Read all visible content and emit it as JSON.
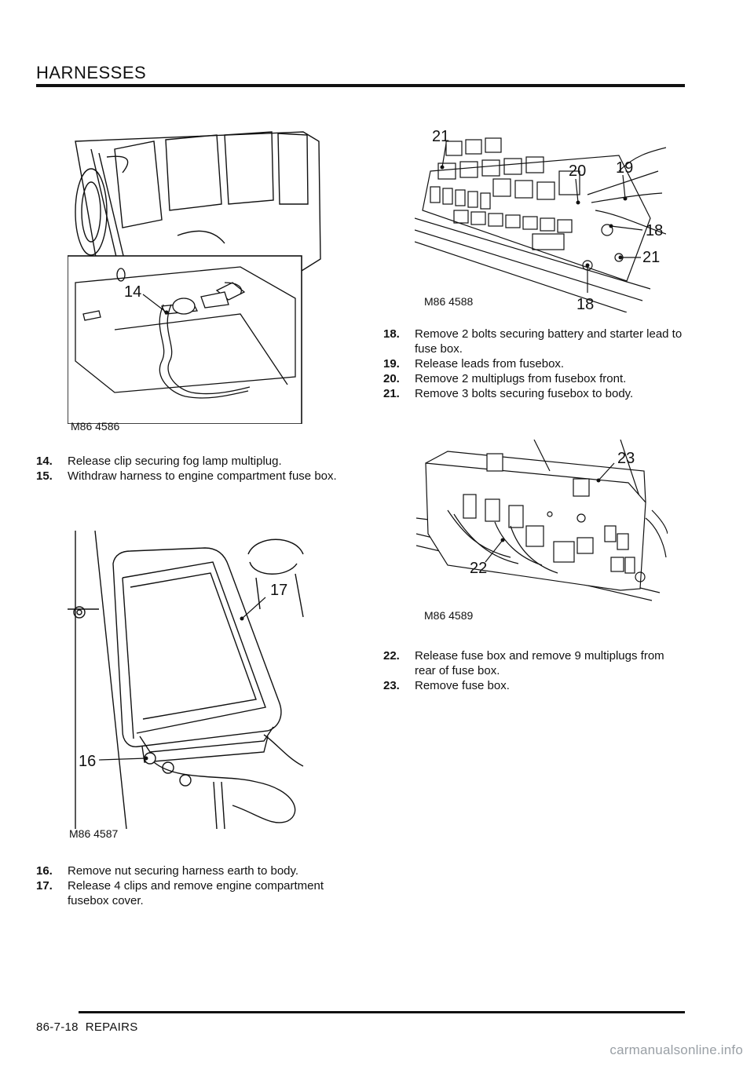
{
  "header": {
    "title": "HARNESSES"
  },
  "footer": {
    "page": "86-7-18",
    "section": "REPAIRS"
  },
  "figures": [
    {
      "id": "M86 4586",
      "callouts": [
        "14"
      ]
    },
    {
      "id": "M86 4587",
      "callouts": [
        "16",
        "17"
      ]
    },
    {
      "id": "M86 4588",
      "callouts": [
        "21",
        "20",
        "19",
        "18",
        "21",
        "18"
      ]
    },
    {
      "id": "M86 4589",
      "callouts": [
        "23",
        "22"
      ]
    }
  ],
  "steps_col1_a": [
    {
      "num": "14.",
      "text": "Release clip securing fog lamp  multiplug."
    },
    {
      "num": "15.",
      "text": "Withdraw harness to engine compartment fuse box."
    }
  ],
  "steps_col1_b": [
    {
      "num": "16.",
      "text": "Remove nut securing harness earth to  body."
    },
    {
      "num": "17.",
      "text": "Release 4 clips and remove engine compartment fusebox cover."
    }
  ],
  "steps_col2_a": [
    {
      "num": "18.",
      "text": "Remove 2 bolts securing battery and  starter lead to fuse box."
    },
    {
      "num": "19.",
      "text": "Release leads from fusebox."
    },
    {
      "num": "20.",
      "text": "Remove 2 multiplugs from fusebox front."
    },
    {
      "num": "21.",
      "text": "Remove 3 bolts securing fusebox to body."
    }
  ],
  "steps_col2_b": [
    {
      "num": "22.",
      "text": "Release fuse box and remove 9 multiplugs from rear of fuse box."
    },
    {
      "num": "23.",
      "text": "Remove fuse box."
    }
  ],
  "watermark": "carmanualsonline.info"
}
